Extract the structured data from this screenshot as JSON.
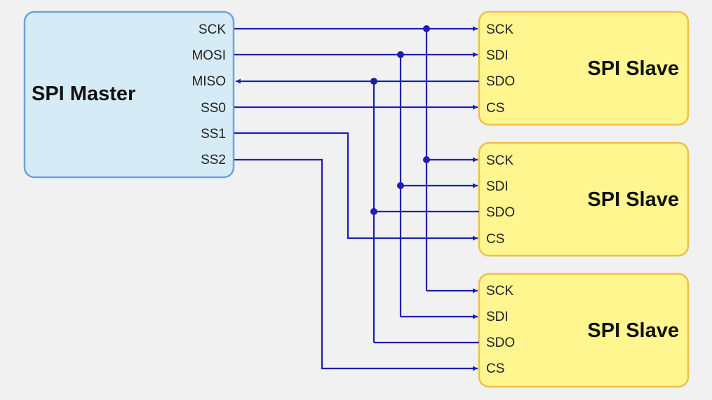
{
  "colors": {
    "background": "#f1f1f1",
    "master_fill": "#d5ebf5",
    "master_stroke": "#6aa3dc",
    "slave_fill": "#fff68f",
    "slave_stroke": "#f2be45",
    "wire": "#1f1fb0"
  },
  "master": {
    "title": "SPI Master",
    "pins": {
      "sck": "SCK",
      "mosi": "MOSI",
      "miso": "MISO",
      "ss0": "SS0",
      "ss1": "SS1",
      "ss2": "SS2"
    }
  },
  "slaves": [
    {
      "title": "SPI Slave",
      "pins": {
        "sck": "SCK",
        "sdi": "SDI",
        "sdo": "SDO",
        "cs": "CS"
      }
    },
    {
      "title": "SPI Slave",
      "pins": {
        "sck": "SCK",
        "sdi": "SDI",
        "sdo": "SDO",
        "cs": "CS"
      }
    },
    {
      "title": "SPI Slave",
      "pins": {
        "sck": "SCK",
        "sdi": "SDI",
        "sdo": "SDO",
        "cs": "CS"
      }
    }
  ]
}
